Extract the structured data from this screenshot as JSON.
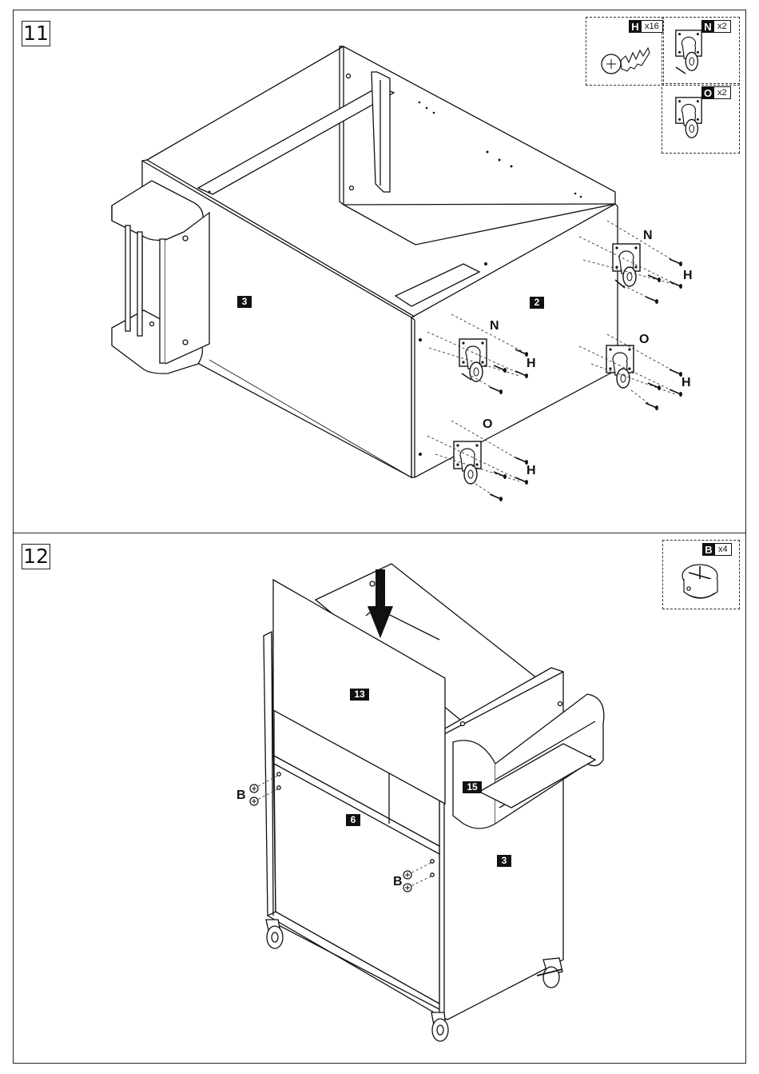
{
  "steps": [
    {
      "number": "11",
      "parts": [
        {
          "code": "H",
          "qty": "x16"
        },
        {
          "code": "N",
          "qty": "x2"
        },
        {
          "code": "O",
          "qty": "x2"
        }
      ],
      "panel_labels": [
        "3",
        "2"
      ],
      "callouts": [
        "N",
        "H",
        "N",
        "H",
        "O",
        "H",
        "O",
        "H"
      ]
    },
    {
      "number": "12",
      "parts": [
        {
          "code": "B",
          "qty": "x4"
        }
      ],
      "panel_labels": [
        "13",
        "15",
        "6",
        "3"
      ],
      "callouts": [
        "B",
        "B"
      ]
    }
  ]
}
